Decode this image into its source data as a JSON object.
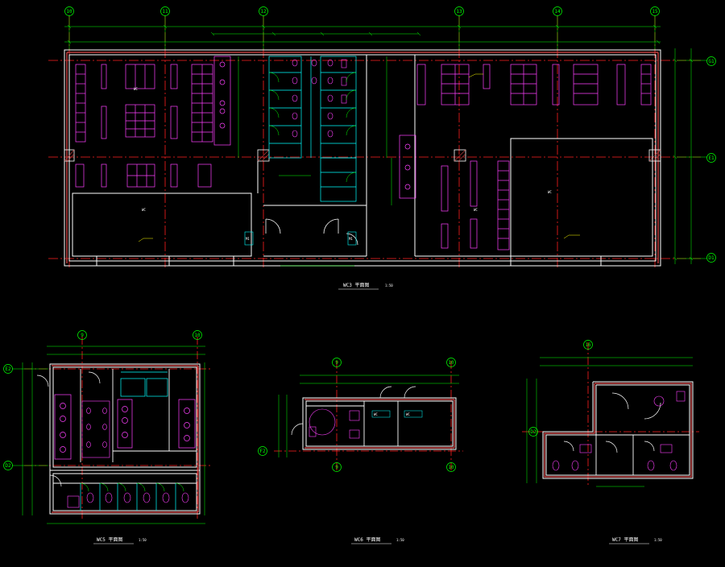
{
  "colors": {
    "background": "#000000",
    "wall": "#ffffff",
    "axis": "#ff2020",
    "dimension": "#00ff00",
    "fixture": "#ff40ff",
    "partition": "#00ffff",
    "hatch": "#c04040",
    "text": "#ffffff",
    "leader": "#ffff00"
  },
  "plans": {
    "main": {
      "grid_labels": [
        "10",
        "11",
        "12",
        "13",
        "14",
        "15"
      ],
      "row_labels": [
        "G1",
        "E1",
        "D1"
      ],
      "title": "WC3 平面图",
      "scale": "1:50",
      "room_labels": [
        "WC",
        "WC",
        "WC",
        "WC"
      ],
      "door_tags": [
        "M1",
        "M1"
      ]
    },
    "left": {
      "grid_labels": [
        "9",
        "10"
      ],
      "row_labels": [
        "E2",
        "D2"
      ],
      "title": "WC5 平面图",
      "scale": "1:50"
    },
    "middle": {
      "grid_labels": [
        "9",
        "10"
      ],
      "row_labels": [
        "F2"
      ],
      "bottom_labels": [
        "9",
        "10"
      ],
      "title": "WC6 平面图",
      "scale": "1:50",
      "room_labels": [
        "WC",
        "WC"
      ]
    },
    "right": {
      "grid_labels": [
        "16"
      ],
      "row_labels": [
        "D2"
      ],
      "title": "WC7 平面图",
      "scale": "1:50"
    }
  }
}
